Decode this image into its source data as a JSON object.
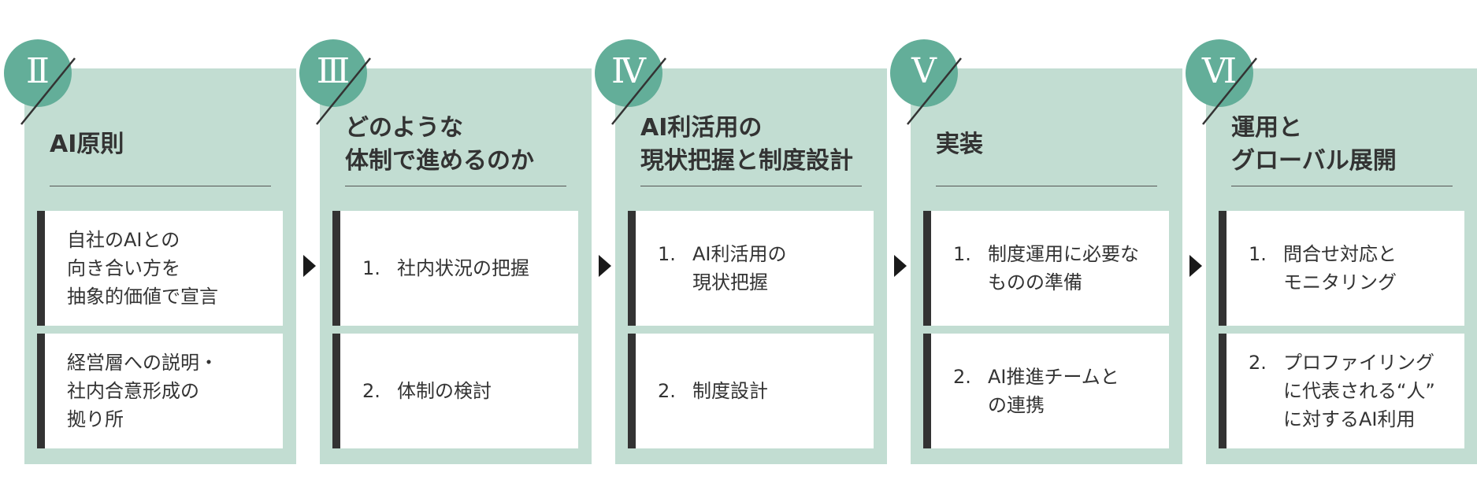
{
  "stages": [
    {
      "numeral": "Ⅱ",
      "title": "AI原則",
      "items": [
        {
          "num": "",
          "text": "自社のAIとの\n向き合い方を\n抽象的価値で宣言"
        },
        {
          "num": "",
          "text": "経営層への説明・\n社内合意形成の\n拠り所"
        }
      ]
    },
    {
      "numeral": "Ⅲ",
      "title": "どのような\n体制で進めるのか",
      "items": [
        {
          "num": "1.",
          "text": "社内状況の把握"
        },
        {
          "num": "2.",
          "text": "体制の検討"
        }
      ]
    },
    {
      "numeral": "Ⅳ",
      "title": "AI利活用の\n現状把握と制度設計",
      "items": [
        {
          "num": "1.",
          "text": "AI利活用の\n現状把握"
        },
        {
          "num": "2.",
          "text": "制度設計"
        }
      ]
    },
    {
      "numeral": "Ⅴ",
      "title": "実装",
      "items": [
        {
          "num": "1.",
          "text": "制度運用に必要な\nものの準備"
        },
        {
          "num": "2.",
          "text": "AI推進チームと\nの連携"
        }
      ]
    },
    {
      "numeral": "Ⅵ",
      "title": "運用と\nグローバル展開",
      "items": [
        {
          "num": "1.",
          "text": "問合せ対応と\nモニタリング"
        },
        {
          "num": "2.",
          "text": "プロファイリング\nに代表される“人”\nに対するAI利用"
        }
      ]
    }
  ],
  "colors": {
    "panel": "#c2ddd2",
    "badge": "#63ae99",
    "card_accent": "#333333",
    "text": "#333333"
  }
}
